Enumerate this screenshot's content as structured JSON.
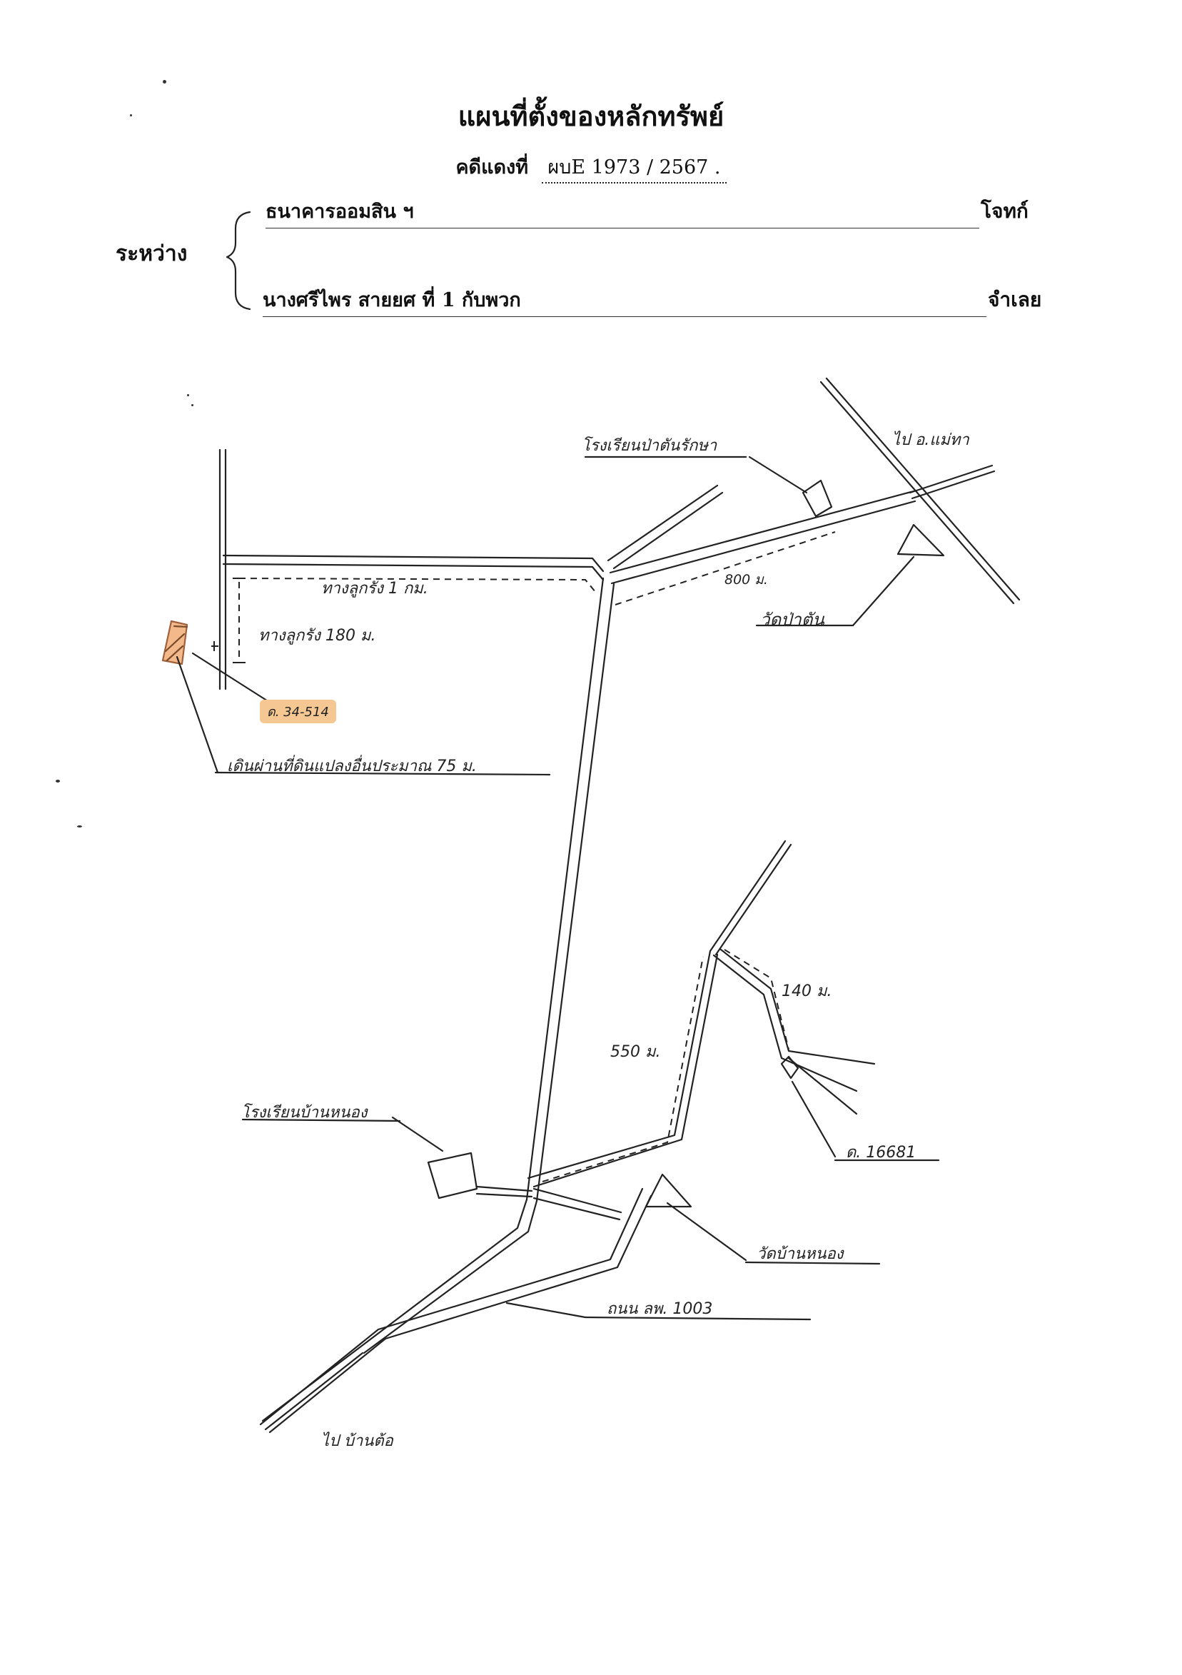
{
  "header": {
    "title": "แผนที่ตั้งของหลักทรัพย์",
    "case_label": "คดีแดงที่",
    "case_number": "ผบE 1973 / 2567 ."
  },
  "parties": {
    "between_label": "ระหว่าง",
    "plaintiff_name": "ธนาคารออมสิน ฯ",
    "plaintiff_role": "โจทก์",
    "defendant_name": "นางศรีไพร  สายยศ   ที่ 1 กับพวก",
    "defendant_role": "จำเลย"
  },
  "map": {
    "labels": {
      "school_top": "โรงเรียนป่าตันรักษา",
      "to_town": "ไป อ.แม่ทา",
      "dist_800": "800 ม.",
      "temple_top": "วัดป่าตัน",
      "lane_1km": "ทางลูกรัง 1 กม.",
      "lane_180": "ทางลูกรัง 180 ม.",
      "parcel_a": "ด. 34-514",
      "walk_note": "เดินผ่านที่ดินแปลงอื่นประมาณ 75 ม.",
      "dist_140": "140 ม.",
      "dist_550": "550 ม.",
      "parcel_b": "ด. 16681",
      "school_bottom": "โรงเรียนบ้านหนอง",
      "temple_bottom": "วัดบ้านหนอง",
      "road_name": "ถนน ลพ. 1003",
      "to_village": "ไป บ้านต้อ"
    },
    "colors": {
      "ink": "#222222",
      "highlight": "#f5c792"
    }
  }
}
